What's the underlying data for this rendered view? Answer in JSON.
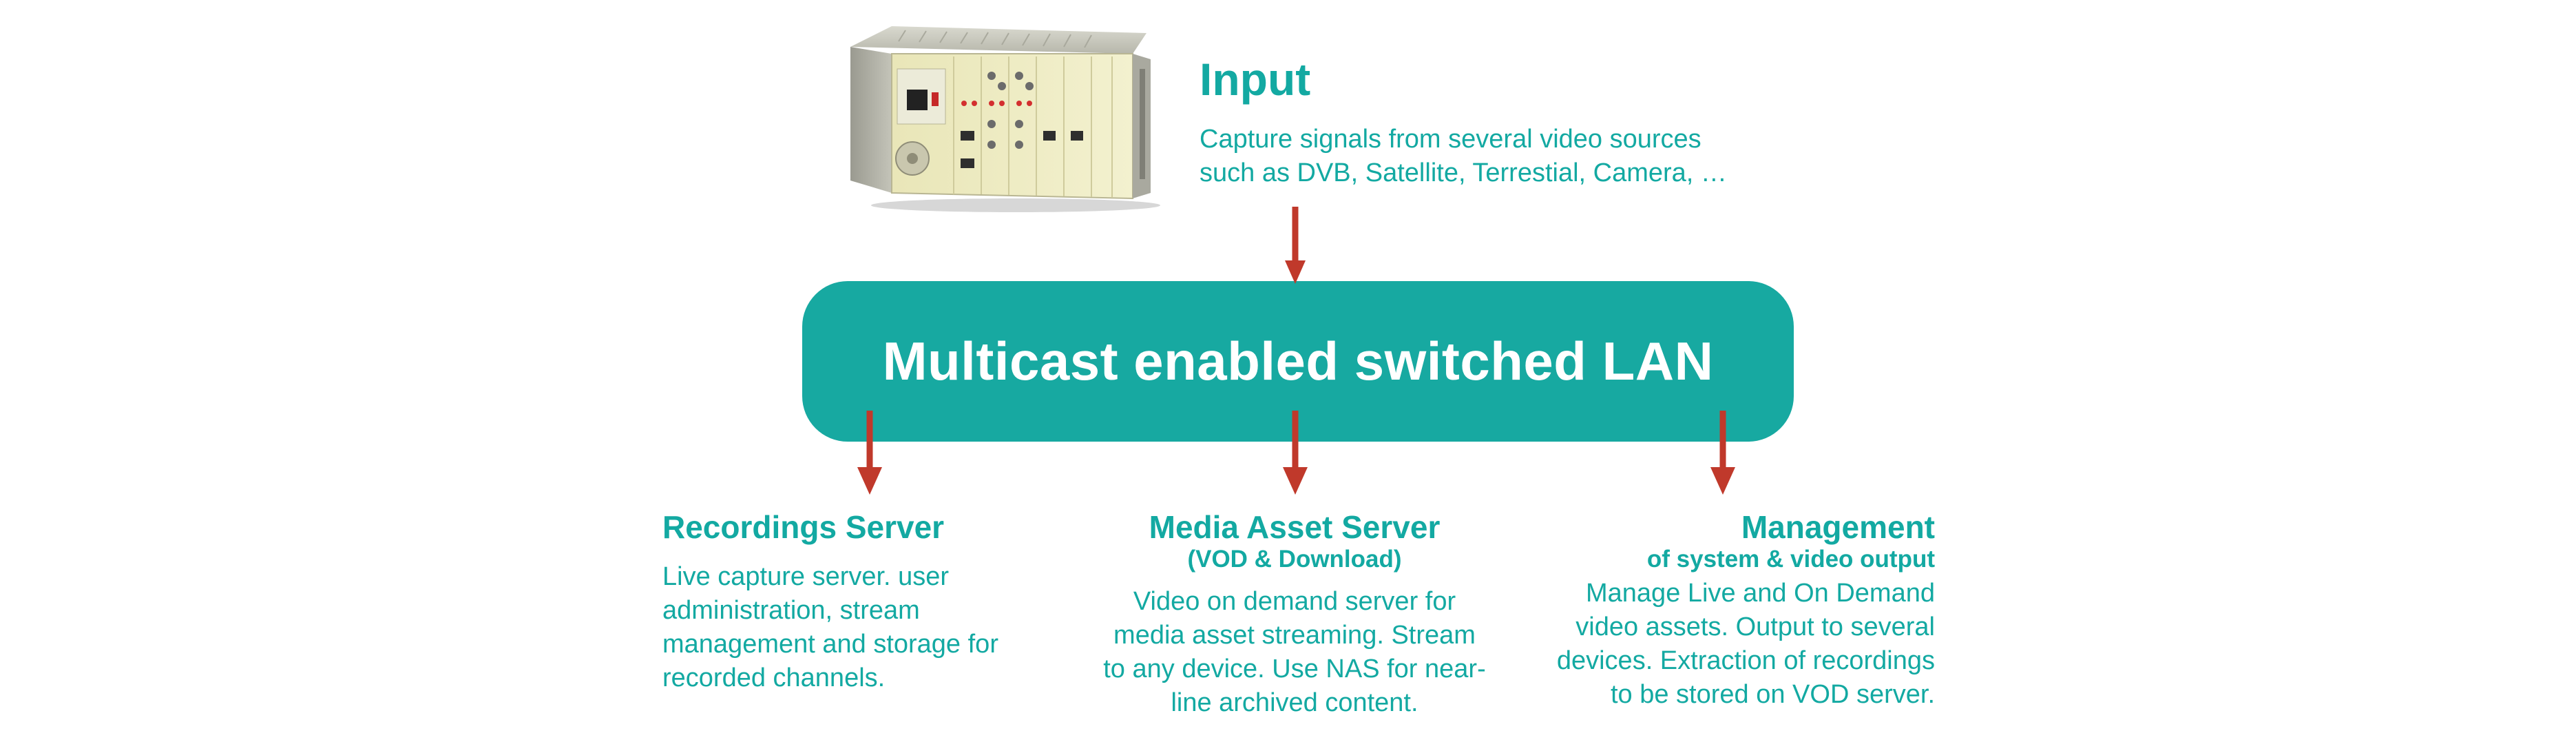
{
  "colors": {
    "accent": "#13A9A2",
    "lan_fill": "#17A9A1",
    "arrow": "#C0392B",
    "lan_text": "#FFFFFF"
  },
  "hardware": {
    "icon": "rack-chassis-icon"
  },
  "input": {
    "title": "Input",
    "desc_lines": [
      "Capture signals from several video sources",
      "such as DVB, Satellite, Terrestial, Camera, …"
    ]
  },
  "lan": {
    "label": "Multicast enabled switched LAN"
  },
  "recordings": {
    "title": "Recordings Server",
    "desc_lines": [
      "Live capture server. user",
      "administration, stream",
      "management and storage for",
      "recorded channels."
    ]
  },
  "media": {
    "title": "Media Asset Server",
    "subtitle": "(VOD & Download)",
    "desc_lines": [
      "Video on demand server for",
      "media asset streaming. Stream",
      "to any device. Use NAS for near-",
      "line archived content."
    ]
  },
  "management": {
    "title": "Management",
    "subtitle": "of system & video output",
    "desc_lines": [
      "Manage Live and On Demand",
      "video assets. Output to several",
      "devices. Extraction of recordings",
      "to be stored on VOD server."
    ]
  }
}
